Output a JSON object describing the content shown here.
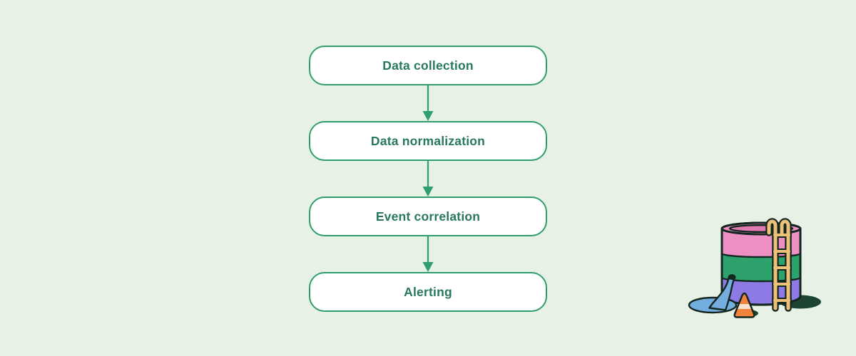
{
  "flowchart": {
    "steps": [
      {
        "label": "Data collection"
      },
      {
        "label": "Data normalization"
      },
      {
        "label": "Event correlation"
      },
      {
        "label": "Alerting"
      }
    ]
  },
  "illustration": {
    "description": "leaking striped water tank with ladder, puddle and traffic cone"
  },
  "colors": {
    "page_bg": "#e7f1e5",
    "accent_green": "#2f9e6e",
    "text_green": "#27795a",
    "box_bg": "#ffffff",
    "outline_dark": "#142620",
    "shadow_dark": "#1b4433",
    "tank_pink": "#ef90c4",
    "tank_pink_inner": "#e27ab2",
    "tank_green": "#2da26d",
    "tank_purple": "#8d7ae4",
    "ladder_tan": "#eec178",
    "water_blue": "#74addf",
    "cone_orange": "#f0823c",
    "cone_stripe": "#fae3cd"
  }
}
